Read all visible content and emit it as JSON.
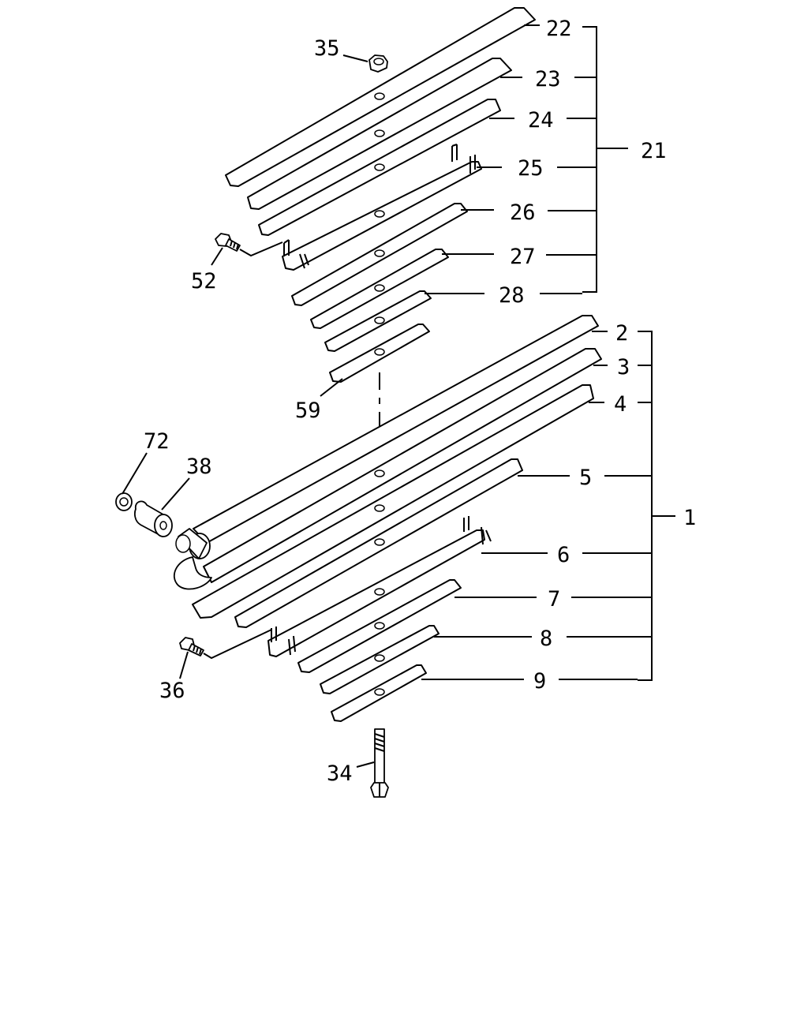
{
  "callouts": {
    "p1": "1",
    "p2": "2",
    "p3": "3",
    "p4": "4",
    "p5": "5",
    "p6": "6",
    "p7": "7",
    "p8": "8",
    "p9": "9",
    "p21": "21",
    "p22": "22",
    "p23": "23",
    "p24": "24",
    "p25": "25",
    "p26": "26",
    "p27": "27",
    "p28": "28",
    "p34": "34",
    "p35": "35",
    "p36": "36",
    "p38": "38",
    "p52": "52",
    "p59": "59",
    "p72": "72"
  }
}
